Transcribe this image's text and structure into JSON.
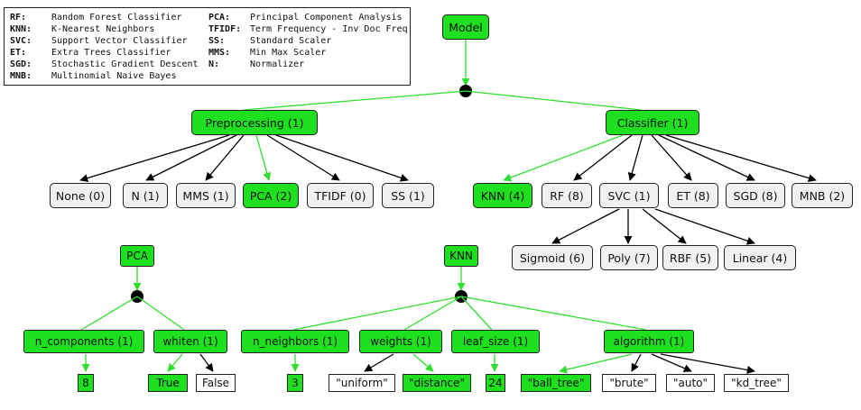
{
  "legend": [
    {
      "abbr": "RF:",
      "full": "Random Forest Classifier"
    },
    {
      "abbr": "KNN:",
      "full": "K-Nearest Neighbors"
    },
    {
      "abbr": "SVC:",
      "full": "Support Vector Classifier"
    },
    {
      "abbr": "ET:",
      "full": "Extra Trees Classifier"
    },
    {
      "abbr": "SGD:",
      "full": "Stochastic Gradient Descent"
    },
    {
      "abbr": "MNB:",
      "full": "Multinomial Naive Bayes"
    },
    {
      "abbr": "PCA:",
      "full": "Principal Component Analysis"
    },
    {
      "abbr": "TFIDF:",
      "full": "Term Frequency - Inv Doc Freq"
    },
    {
      "abbr": "SS:",
      "full": "Standard Scaler"
    },
    {
      "abbr": "MMS:",
      "full": "Min Max Scaler"
    },
    {
      "abbr": "N:",
      "full": "Normalizer"
    }
  ],
  "colors": {
    "selected": "#1ee01e",
    "unselected": "#eef0f2",
    "selected_edge": "#2ee02e",
    "edge": "#000000"
  },
  "tree": {
    "model": "Model",
    "preprocessing": "Preprocessing (1)",
    "classifier": "Classifier (1)",
    "preprocessors": [
      "None (0)",
      "N (1)",
      "MMS (1)",
      "PCA (2)",
      "TFIDF (0)",
      "SS (1)"
    ],
    "classifiers": [
      "KNN (4)",
      "RF (8)",
      "SVC (1)",
      "ET (8)",
      "SGD (8)",
      "MNB (2)"
    ],
    "svc_kernels": [
      "Sigmoid (6)",
      "Poly (7)",
      "RBF (5)",
      "Linear (4)"
    ]
  },
  "pca_tree": {
    "root": "PCA",
    "params": [
      "n_components (1)",
      "whiten (1)"
    ],
    "n_components_values": [
      "8"
    ],
    "whiten_values": [
      "True",
      "False"
    ]
  },
  "knn_tree": {
    "root": "KNN",
    "params": [
      "n_neighbors (1)",
      "weights (1)",
      "leaf_size (1)",
      "algorithm (1)"
    ],
    "n_neighbors_values": [
      "3"
    ],
    "weights_values": [
      "\"uniform\"",
      "\"distance\""
    ],
    "leaf_size_values": [
      "24"
    ],
    "algorithm_values": [
      "\"ball_tree\"",
      "\"brute\"",
      "\"auto\"",
      "\"kd_tree\""
    ]
  }
}
